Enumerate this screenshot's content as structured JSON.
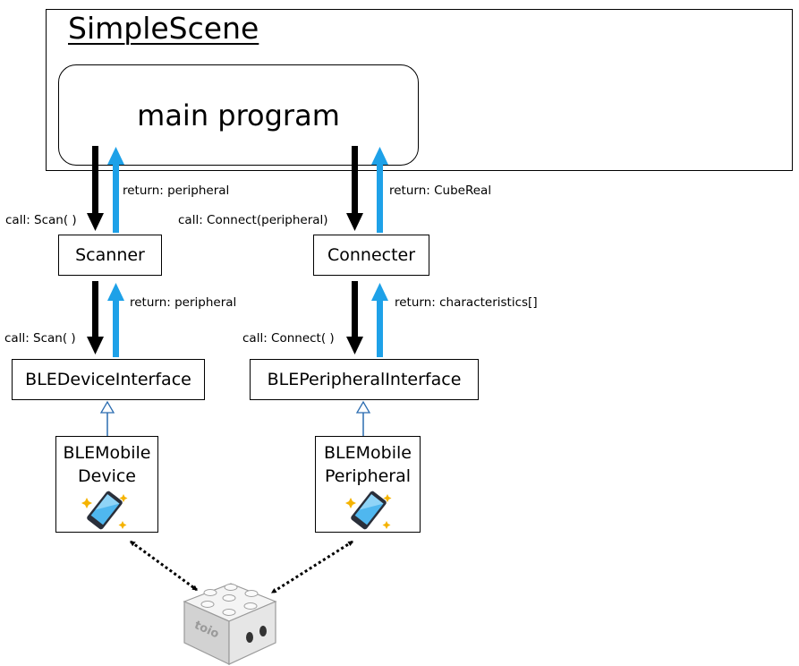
{
  "scene_title": "SimpleScene",
  "main_program": "main program",
  "boxes": {
    "scanner": "Scanner",
    "connecter": "Connecter",
    "ble_device_interface": "BLEDeviceInterface",
    "ble_peripheral_interface": "BLEPeripheralInterface",
    "ble_mobile_device": [
      "BLEMobile",
      "Device"
    ],
    "ble_mobile_peripheral": [
      "BLEMobile",
      "Peripheral"
    ]
  },
  "labels": {
    "main_to_scanner_call": "call: Scan( )",
    "main_to_scanner_return": "return: peripheral",
    "main_to_connecter_call": "call: Connect(peripheral)",
    "main_to_connecter_return": "return: CubeReal",
    "scanner_to_device_call": "call: Scan( )",
    "scanner_to_device_return": "return: peripheral",
    "connecter_to_peripheral_call": "call: Connect( )",
    "connecter_to_peripheral_return": "return: characteristics[]"
  },
  "cube_logo": "toio",
  "colors": {
    "call_arrow": "#000000",
    "return_arrow": "#1ea1e8",
    "inherit_arrow": "#2b6cb0"
  },
  "icons": {
    "smartphone": "smartphone-icon",
    "robot_cube": "toio-cube-icon"
  }
}
